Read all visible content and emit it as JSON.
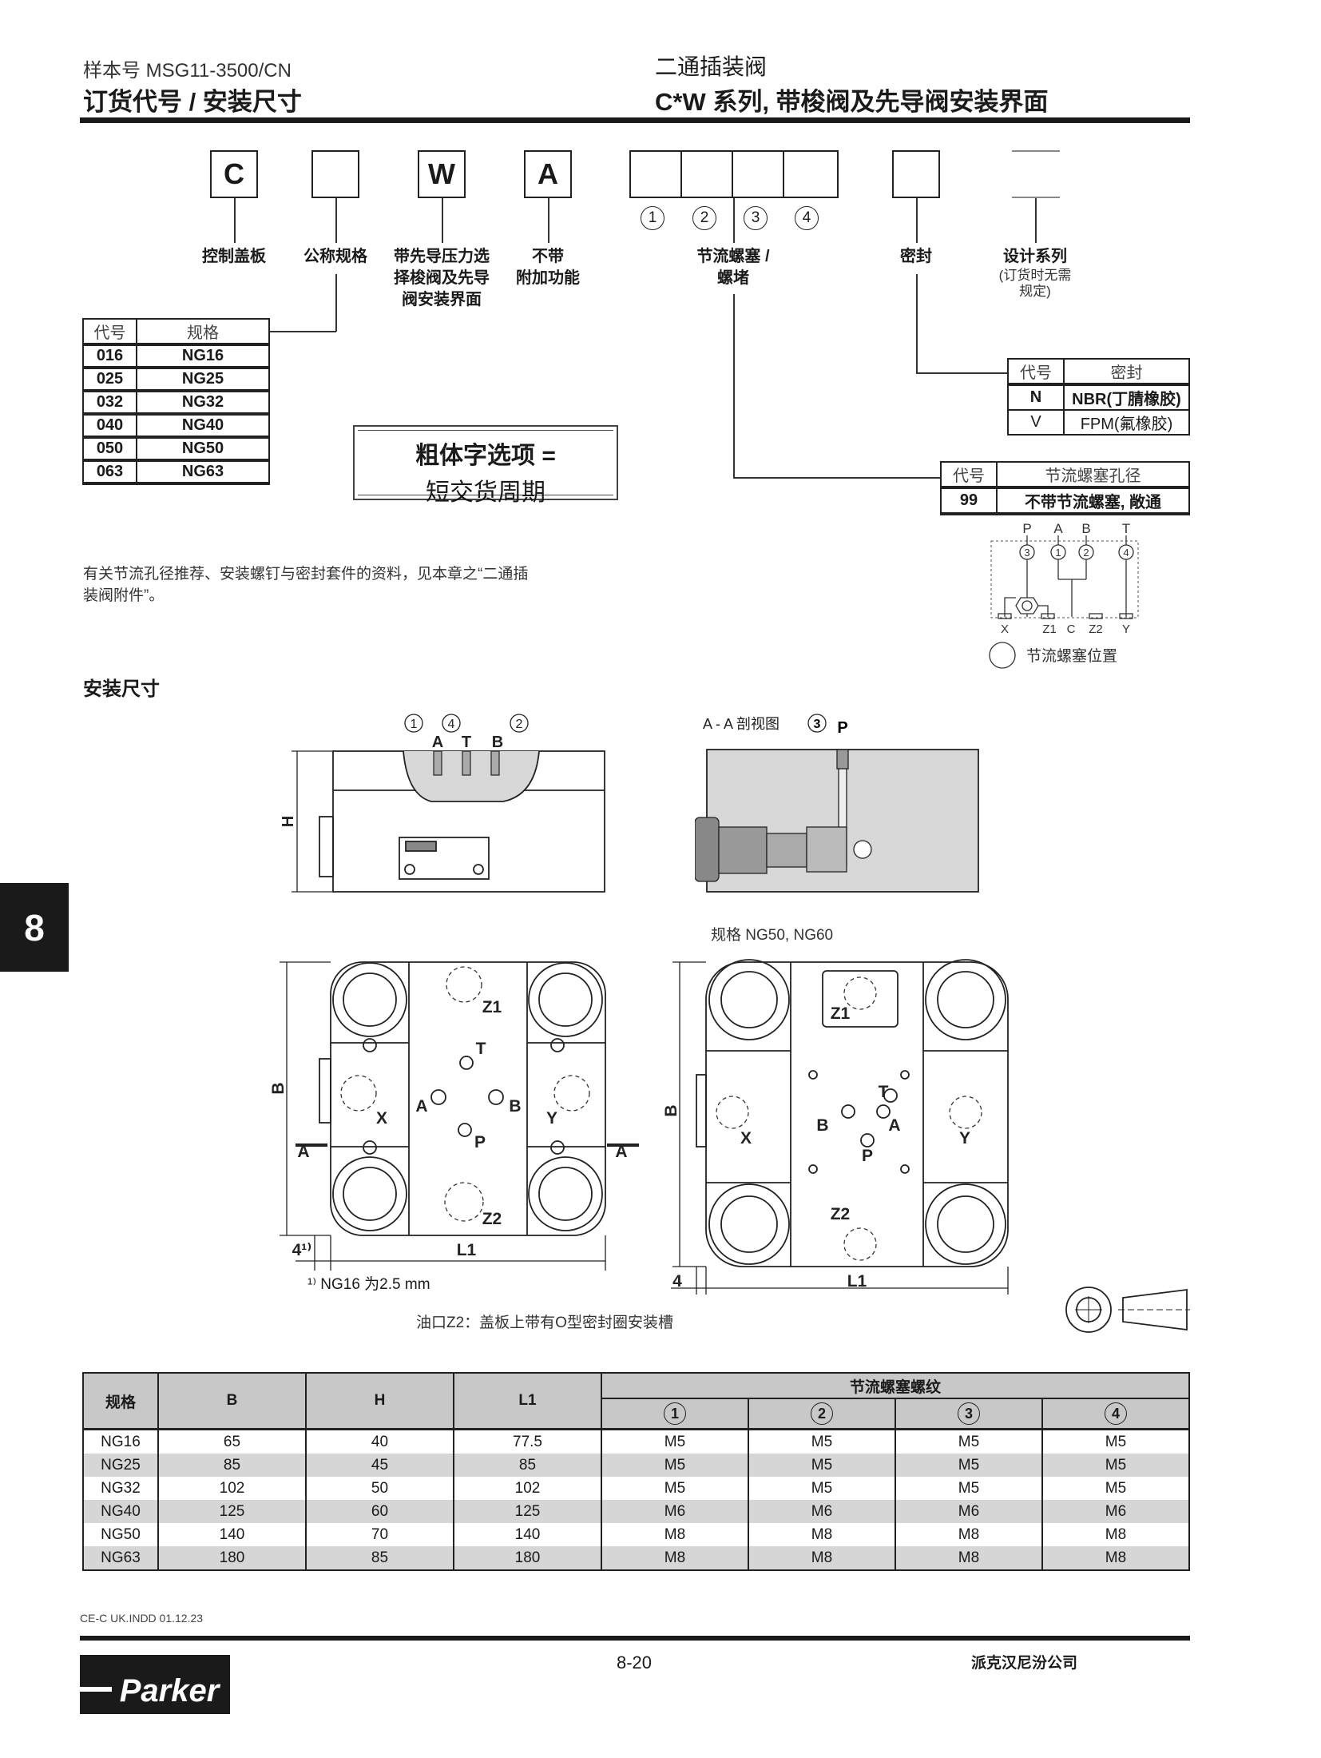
{
  "header": {
    "catalog_no": "样本号 MSG11-3500/CN",
    "left_title": "订货代号 / 安装尺寸",
    "right_subtitle": "二通插装阀",
    "right_title": "C*W 系列, 带梭阀及先导阀安装界面"
  },
  "order_code": {
    "boxes": [
      "C",
      "",
      "W",
      "A",
      "",
      "",
      "",
      "",
      "",
      ""
    ],
    "circled": [
      "1",
      "2",
      "3",
      "4"
    ],
    "labels": {
      "control_cover": "控制盖板",
      "nominal_size": "公称规格",
      "pilot_line1": "带先导压力选",
      "pilot_line2": "择梭阀及先导",
      "pilot_line3": "阀安装界面",
      "no_extra1": "不带",
      "no_extra2": "附加功能",
      "throttle1": "节流螺塞 /",
      "throttle2": "螺堵",
      "seal": "密封",
      "design": "设计系列",
      "design_note1": "(订货时无需",
      "design_note2": "规定)"
    }
  },
  "size_table": {
    "headers": [
      "代号",
      "规格"
    ],
    "rows": [
      [
        "016",
        "NG16"
      ],
      [
        "025",
        "NG25"
      ],
      [
        "032",
        "NG32"
      ],
      [
        "040",
        "NG40"
      ],
      [
        "050",
        "NG50"
      ],
      [
        "063",
        "NG63"
      ]
    ]
  },
  "bold_note": {
    "line1": "粗体字选项 =",
    "line2": "短交货周期"
  },
  "seal_table": {
    "headers": [
      "代号",
      "密封"
    ],
    "rows": [
      [
        "N",
        "NBR(丁腈橡胶)"
      ],
      [
        "V",
        "FPM(氟橡胶)"
      ]
    ]
  },
  "throttle_table": {
    "headers": [
      "代号",
      "节流螺塞孔径"
    ],
    "rows": [
      [
        "99",
        "不带节流螺塞, 敞通"
      ]
    ]
  },
  "symbol": {
    "top_ports": [
      "P",
      "A",
      "B",
      "T"
    ],
    "circled": [
      "3",
      "1",
      "2",
      "4"
    ],
    "bottom_ports": [
      "X",
      "Z1",
      "C",
      "Z2",
      "Y"
    ],
    "legend": "节流螺塞位置"
  },
  "note_text": {
    "line1": "有关节流孔径推荐、安装螺钉与密封套件的资料，见本章之“二通插",
    "line2": "装阀附件”。"
  },
  "section_install": "安装尺寸",
  "drawings": {
    "front": {
      "c1": "1",
      "c4": "4",
      "c2": "2",
      "A": "A",
      "T": "T",
      "B": "B",
      "H": "H"
    },
    "section": {
      "title": "A - A 剖视图",
      "c3": "3",
      "P": "P"
    },
    "caption_ng50": "规格 NG50, NG60",
    "plate_left": {
      "Z1": "Z1",
      "Z2": "Z2",
      "T": "T",
      "A": "A",
      "B": "B",
      "P": "P",
      "X": "X",
      "Y": "Y",
      "secA": "A",
      "B_dim": "B",
      "L1": "L1",
      "four": "4¹⁾"
    },
    "plate_right": {
      "Z1": "Z1",
      "Z2": "Z2",
      "T": "T",
      "A": "A",
      "B": "B",
      "P": "P",
      "X": "X",
      "Y": "Y",
      "B_dim": "B",
      "L1": "L1",
      "four": "4"
    },
    "footnote": "¹⁾ NG16 为2.5 mm",
    "z2_caption": "油口Z2：盖板上带有O型密封圈安装槽"
  },
  "dims_table": {
    "headers": [
      "规格",
      "B",
      "H",
      "L1"
    ],
    "group_header": "节流螺塞螺纹",
    "sub_headers": [
      "1",
      "2",
      "3",
      "4"
    ],
    "rows": [
      [
        "NG16",
        "65",
        "40",
        "77.5",
        "M5",
        "M5",
        "M5",
        "M5"
      ],
      [
        "NG25",
        "85",
        "45",
        "85",
        "M5",
        "M5",
        "M5",
        "M5"
      ],
      [
        "NG32",
        "102",
        "50",
        "102",
        "M5",
        "M5",
        "M5",
        "M5"
      ],
      [
        "NG40",
        "125",
        "60",
        "125",
        "M6",
        "M6",
        "M6",
        "M6"
      ],
      [
        "NG50",
        "140",
        "70",
        "140",
        "M8",
        "M8",
        "M8",
        "M8"
      ],
      [
        "NG63",
        "180",
        "85",
        "180",
        "M8",
        "M8",
        "M8",
        "M8"
      ]
    ]
  },
  "side_tab": "8",
  "footer": {
    "file": "CE-C UK.INDD 01.12.23",
    "page": "8-20",
    "company": "派克汉尼汾公司",
    "logo": "Parker"
  }
}
